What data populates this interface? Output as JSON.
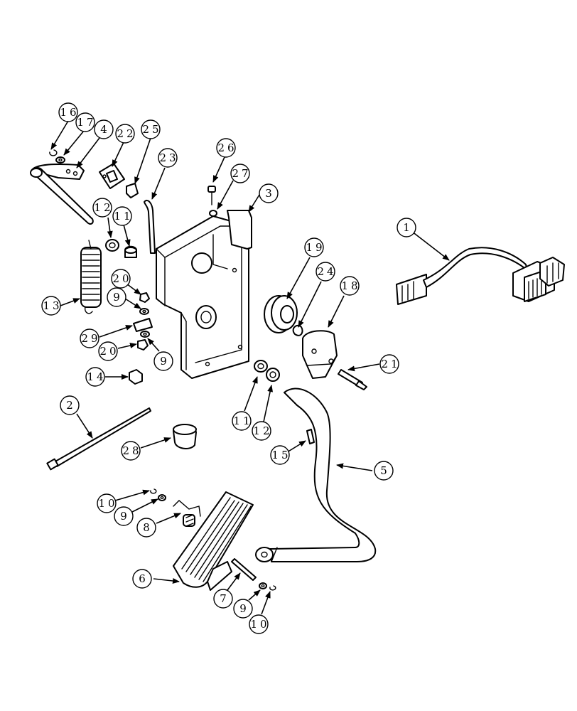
{
  "callouts": {
    "c1": "1",
    "c2": "2",
    "c3": "3",
    "c4": "4",
    "c5": "5",
    "c6": "6",
    "c7": "7",
    "c8": "8",
    "c9a": "9",
    "c9b": "9",
    "c9c": "9",
    "c9d": "9",
    "c10a": "10",
    "c10b": "10",
    "c11a": "11",
    "c11b": "11",
    "c12a": "12",
    "c12b": "12",
    "c13": "13",
    "c14": "14",
    "c15": "15",
    "c16": "16",
    "c17": "17",
    "c18": "18",
    "c19": "19",
    "c20a": "20",
    "c20b": "20",
    "c21": "21",
    "c22": "22",
    "c23": "23",
    "c24": "24",
    "c25": "25",
    "c26": "26",
    "c27": "27",
    "c28": "28",
    "c29": "29"
  }
}
